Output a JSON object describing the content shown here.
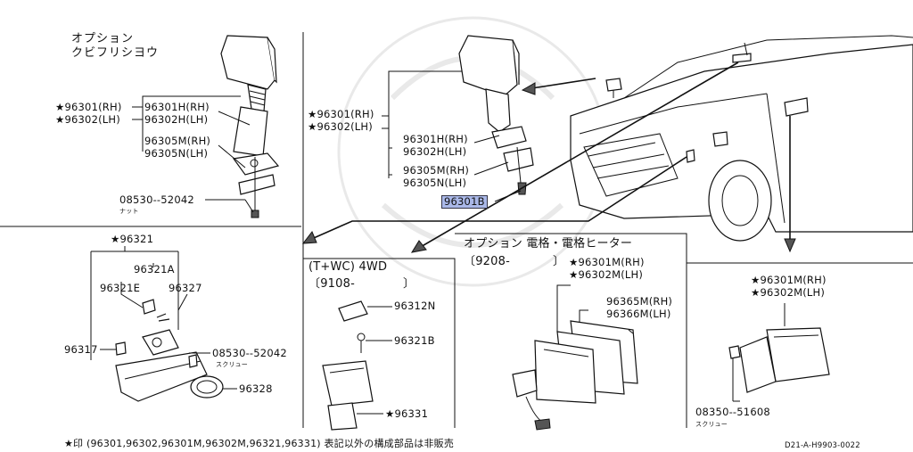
{
  "panel_top_left": {
    "option_label": "オプション",
    "option_sub": "クビフリシヨウ",
    "star_rh": "★96301(RH)",
    "star_lh": "★96302(LH)",
    "h_rh": "96301H(RH)",
    "h_lh": "96302H(LH)",
    "m_rh": "96305M(RH)",
    "n_lh": "96305N(LH)",
    "nut_code": "08530--52042",
    "nut_label": "ナット"
  },
  "panel_top_center": {
    "star_rh": "★96301(RH)",
    "star_lh": "★96302(LH)",
    "h_rh": "96301H(RH)",
    "h_lh": "96302H(LH)",
    "m_rh": "96305M(RH)",
    "n_lh": "96305N(LH)",
    "highlight": "96301B"
  },
  "panel_inner": {
    "star_code": "★96321",
    "a": "96321A",
    "e": "96321E",
    "p27": "96327",
    "p17": "96317",
    "screw_code": "08530--52042",
    "screw_label": "スクリュー",
    "p28": "96328"
  },
  "panel_4wd": {
    "title": "(T+WC) 4WD",
    "date": "〔9108-",
    "date_end": "〕",
    "n": "96312N",
    "b": "96321B",
    "star31": "★96331"
  },
  "panel_electric": {
    "title": "オプション 電格・電格ヒーター",
    "date": "〔9208-",
    "date_end": "〕",
    "m_rh": "★96301M(RH)",
    "m_lh": "★96302M(LH)",
    "p65": "96365M(RH)",
    "p66": "96366M(LH)"
  },
  "panel_right": {
    "m_rh": "★96301M(RH)",
    "m_lh": "★96302M(LH)",
    "screw_code": "08350--51608",
    "screw_label": "スクリュー"
  },
  "footer": {
    "note": "★印 (96301,96302,96301M,96302M,96321,96331) 表記以外の構成部品は非販売",
    "ref": "D21-A-H9903-0022"
  }
}
